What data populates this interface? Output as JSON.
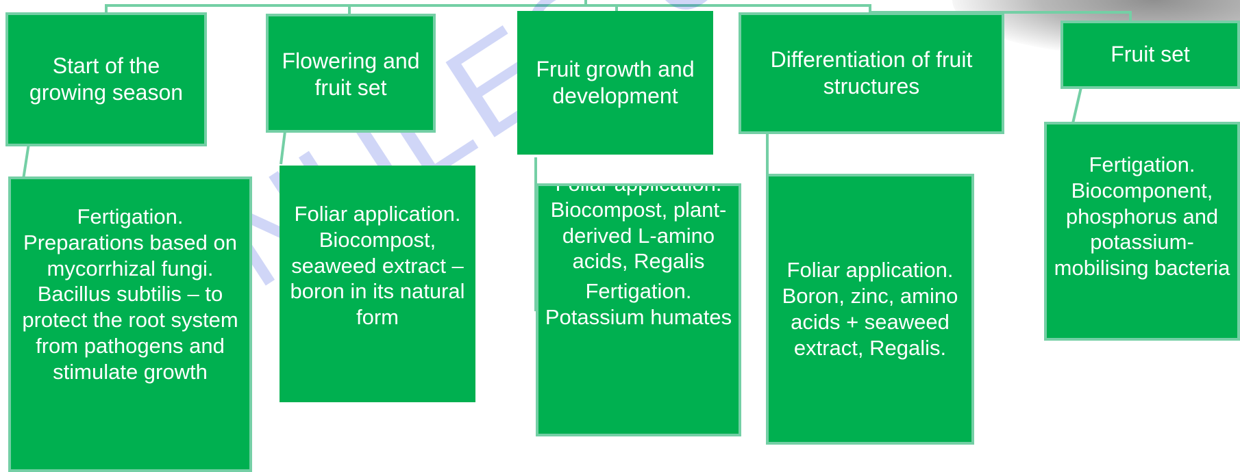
{
  "watermark": "NULES of Ukraine",
  "stages": [
    {
      "title": "Start of the growing season",
      "details": [
        "Fertigation. Preparations based on mycorrhizal fungi. Bacillus subtilis – to protect the root system from pathogens and stimulate growth"
      ]
    },
    {
      "title": "Flowering and fruit set",
      "details": [
        "Foliar application. Biocompost, seaweed extract – boron in its natural form"
      ]
    },
    {
      "title": "Fruit growth and development",
      "details": [
        "Foliar application. Biocompost, plant-derived L-amino acids, Regalis",
        "Fertigation. Potassium humates"
      ]
    },
    {
      "title": "Differentiation of fruit structures",
      "details": [
        "Foliar application. Boron, zinc, amino acids + seaweed extract, Regalis."
      ]
    },
    {
      "title": "Fruit set",
      "details": [
        "Fertigation. Biocomponent, phosphorus and potassium-mobilising bacteria"
      ]
    }
  ],
  "colors": {
    "box_fill": "#00b050",
    "box_border": "#74cfa5",
    "connector": "#74cfa5",
    "text": "#ffffff",
    "watermark": "#2846dc"
  }
}
